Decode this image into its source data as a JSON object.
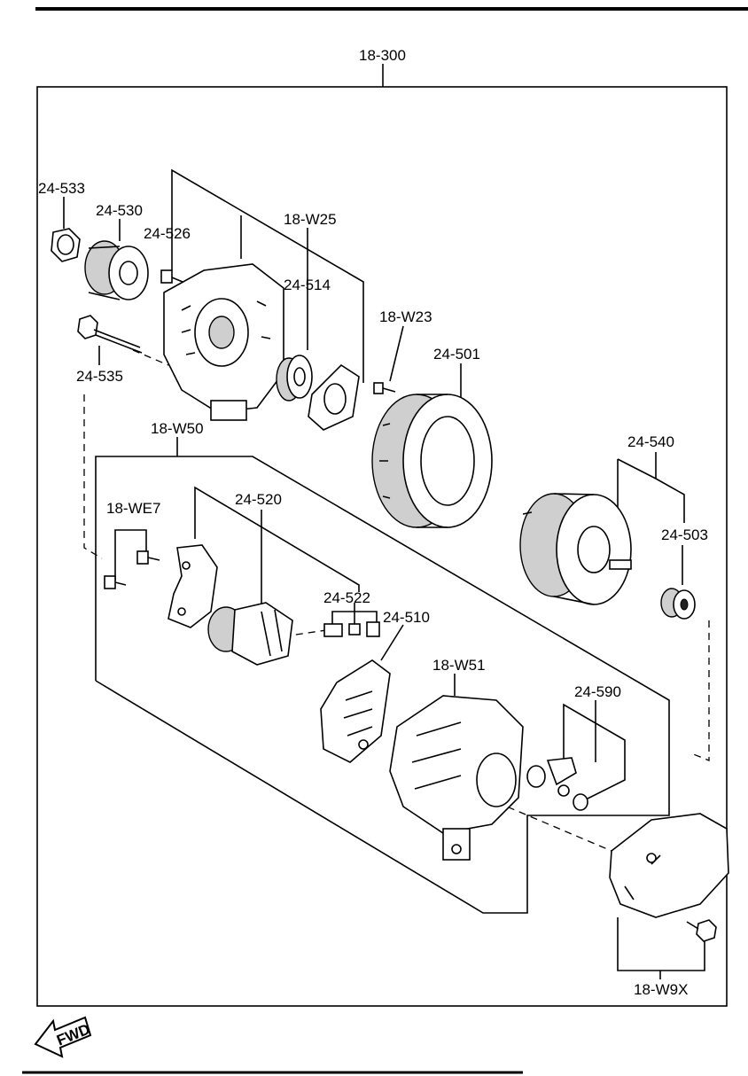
{
  "assembly_label": "18-300",
  "parts": {
    "p24_533": "24-533",
    "p24_530": "24-530",
    "p24_526": "24-526",
    "p18_W25": "18-W25",
    "p24_514": "24-514",
    "p18_W23": "18-W23",
    "p24_501": "24-501",
    "p24_535": "24-535",
    "p18_W50": "18-W50",
    "p24_540": "24-540",
    "p18_WE7": "18-WE7",
    "p24_520": "24-520",
    "p24_503": "24-503",
    "p24_522": "24-522",
    "p24_510": "24-510",
    "p18_W51": "18-W51",
    "p24_590": "24-590",
    "p18_W9X": "18-W9X"
  },
  "fwd_label": "FWD"
}
